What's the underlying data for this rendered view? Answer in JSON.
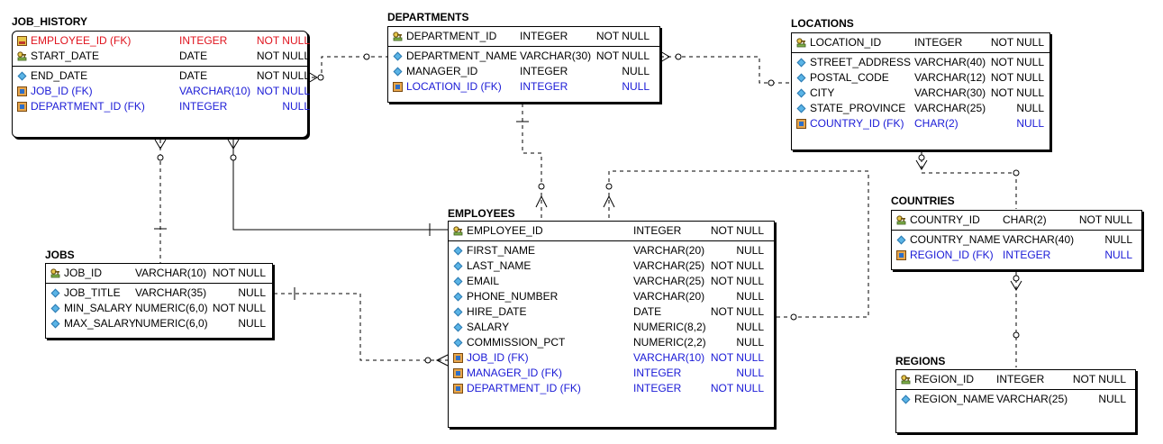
{
  "tables": [
    {
      "key": "job_history",
      "title": "JOB_HISTORY",
      "pk": [
        {
          "name": "EMPLOYEE_ID (FK)",
          "type": "INTEGER",
          "nullable": "NOT NULL",
          "icon": "pfk-icon",
          "kind": "pfk"
        },
        {
          "name": "START_DATE",
          "type": "DATE",
          "nullable": "NOT NULL",
          "icon": "primary-key-icon",
          "kind": "pk"
        }
      ],
      "cols": [
        {
          "name": "END_DATE",
          "type": "DATE",
          "nullable": "NOT NULL",
          "icon": "attribute-icon",
          "kind": "col"
        },
        {
          "name": "JOB_ID (FK)",
          "type": "VARCHAR(10)",
          "nullable": "NOT NULL",
          "icon": "foreign-key-icon",
          "kind": "fk"
        },
        {
          "name": "DEPARTMENT_ID (FK)",
          "type": "INTEGER",
          "nullable": "NULL",
          "icon": "foreign-key-icon",
          "kind": "fk"
        }
      ]
    },
    {
      "key": "departments",
      "title": "DEPARTMENTS",
      "pk": [
        {
          "name": "DEPARTMENT_ID",
          "type": "INTEGER",
          "nullable": "NOT NULL",
          "icon": "primary-key-icon",
          "kind": "pk"
        }
      ],
      "cols": [
        {
          "name": "DEPARTMENT_NAME",
          "type": "VARCHAR(30)",
          "nullable": "NOT NULL",
          "icon": "attribute-icon",
          "kind": "col"
        },
        {
          "name": "MANAGER_ID",
          "type": "INTEGER",
          "nullable": "NULL",
          "icon": "attribute-icon",
          "kind": "col"
        },
        {
          "name": "LOCATION_ID (FK)",
          "type": "INTEGER",
          "nullable": "NULL",
          "icon": "foreign-key-icon",
          "kind": "fk"
        }
      ]
    },
    {
      "key": "locations",
      "title": "LOCATIONS",
      "pk": [
        {
          "name": "LOCATION_ID",
          "type": "INTEGER",
          "nullable": "NOT NULL",
          "icon": "primary-key-icon",
          "kind": "pk"
        }
      ],
      "cols": [
        {
          "name": "STREET_ADDRESS",
          "type": "VARCHAR(40)",
          "nullable": "NOT NULL",
          "icon": "attribute-icon",
          "kind": "col"
        },
        {
          "name": "POSTAL_CODE",
          "type": "VARCHAR(12)",
          "nullable": "NOT NULL",
          "icon": "attribute-icon",
          "kind": "col"
        },
        {
          "name": "CITY",
          "type": "VARCHAR(30)",
          "nullable": "NOT NULL",
          "icon": "attribute-icon",
          "kind": "col"
        },
        {
          "name": "STATE_PROVINCE",
          "type": "VARCHAR(25)",
          "nullable": "NULL",
          "icon": "attribute-icon",
          "kind": "col"
        },
        {
          "name": "COUNTRY_ID (FK)",
          "type": "CHAR(2)",
          "nullable": "NULL",
          "icon": "foreign-key-icon",
          "kind": "fk"
        }
      ]
    },
    {
      "key": "countries",
      "title": "COUNTRIES",
      "pk": [
        {
          "name": "COUNTRY_ID",
          "type": "CHAR(2)",
          "nullable": "NOT NULL",
          "icon": "primary-key-icon",
          "kind": "pk"
        }
      ],
      "cols": [
        {
          "name": "COUNTRY_NAME",
          "type": "VARCHAR(40)",
          "nullable": "NULL",
          "icon": "attribute-icon",
          "kind": "col"
        },
        {
          "name": "REGION_ID (FK)",
          "type": "INTEGER",
          "nullable": "NULL",
          "icon": "foreign-key-icon",
          "kind": "fk"
        }
      ]
    },
    {
      "key": "regions",
      "title": "REGIONS",
      "pk": [
        {
          "name": "REGION_ID",
          "type": "INTEGER",
          "nullable": "NOT NULL",
          "icon": "primary-key-icon",
          "kind": "pk"
        }
      ],
      "cols": [
        {
          "name": "REGION_NAME",
          "type": "VARCHAR(25)",
          "nullable": "NULL",
          "icon": "attribute-icon",
          "kind": "col"
        }
      ]
    },
    {
      "key": "jobs",
      "title": "JOBS",
      "pk": [
        {
          "name": "JOB_ID",
          "type": "VARCHAR(10)",
          "nullable": "NOT NULL",
          "icon": "primary-key-icon",
          "kind": "pk"
        }
      ],
      "cols": [
        {
          "name": "JOB_TITLE",
          "type": "VARCHAR(35)",
          "nullable": "NULL",
          "icon": "attribute-icon",
          "kind": "col"
        },
        {
          "name": "MIN_SALARY",
          "type": "NUMERIC(6,0)",
          "nullable": "NOT NULL",
          "icon": "attribute-icon",
          "kind": "col"
        },
        {
          "name": "MAX_SALARY",
          "type": "NUMERIC(6,0)",
          "nullable": "NULL",
          "icon": "attribute-icon",
          "kind": "col"
        }
      ]
    },
    {
      "key": "employees",
      "title": "EMPLOYEES",
      "pk": [
        {
          "name": "EMPLOYEE_ID",
          "type": "INTEGER",
          "nullable": "NOT NULL",
          "icon": "primary-key-icon",
          "kind": "pk"
        }
      ],
      "cols": [
        {
          "name": "FIRST_NAME",
          "type": "VARCHAR(20)",
          "nullable": "NULL",
          "icon": "attribute-icon",
          "kind": "col"
        },
        {
          "name": "LAST_NAME",
          "type": "VARCHAR(25)",
          "nullable": "NOT NULL",
          "icon": "attribute-icon",
          "kind": "col"
        },
        {
          "name": "EMAIL",
          "type": "VARCHAR(25)",
          "nullable": "NOT NULL",
          "icon": "attribute-icon",
          "kind": "col"
        },
        {
          "name": "PHONE_NUMBER",
          "type": "VARCHAR(20)",
          "nullable": "NULL",
          "icon": "attribute-icon",
          "kind": "col"
        },
        {
          "name": "HIRE_DATE",
          "type": "DATE",
          "nullable": "NOT NULL",
          "icon": "attribute-icon",
          "kind": "col"
        },
        {
          "name": "SALARY",
          "type": "NUMERIC(8,2)",
          "nullable": "NULL",
          "icon": "attribute-icon",
          "kind": "col"
        },
        {
          "name": "COMMISSION_PCT",
          "type": "NUMERIC(2,2)",
          "nullable": "NULL",
          "icon": "attribute-icon",
          "kind": "col"
        },
        {
          "name": "JOB_ID (FK)",
          "type": "VARCHAR(10)",
          "nullable": "NOT NULL",
          "icon": "foreign-key-icon",
          "kind": "fk"
        },
        {
          "name": "MANAGER_ID (FK)",
          "type": "INTEGER",
          "nullable": "NULL",
          "icon": "foreign-key-icon",
          "kind": "fk"
        },
        {
          "name": "DEPARTMENT_ID (FK)",
          "type": "INTEGER",
          "nullable": "NOT NULL",
          "icon": "foreign-key-icon",
          "kind": "fk"
        }
      ]
    }
  ],
  "colors": {
    "foreign_key_text": "#1a1ad6",
    "pk_fk_text": "#e0141e",
    "attribute_icon": "#5ab4e6",
    "key_icon": "#c8a82c"
  }
}
